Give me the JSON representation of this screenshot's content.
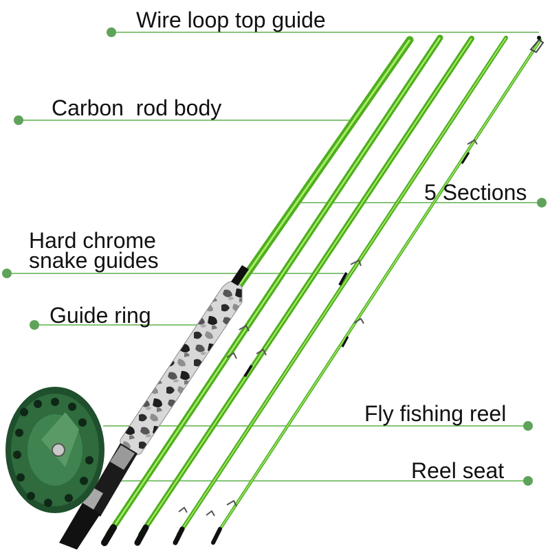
{
  "labels": {
    "wire_loop_top_guide": "Wire loop top guide",
    "carbon_rod_body": "Carbon  rod body",
    "five_sections": "5 Sections",
    "hard_chrome_line1": "Hard chrome",
    "hard_chrome_line2": "snake guides",
    "guide_ring": "Guide ring",
    "fly_fishing_reel": "Fly fishing reel",
    "reel_seat": "Reel seat"
  },
  "colors": {
    "rod_green": "#6fd42a",
    "rod_highlight": "#b6f27a",
    "leader_line_green": "#5fb04a",
    "dot_green": "#5fa35a",
    "reel_green": "#2f6b3c",
    "handle_camo_dark": "#2e2e2e",
    "handle_camo_light": "#d9d9d9"
  }
}
